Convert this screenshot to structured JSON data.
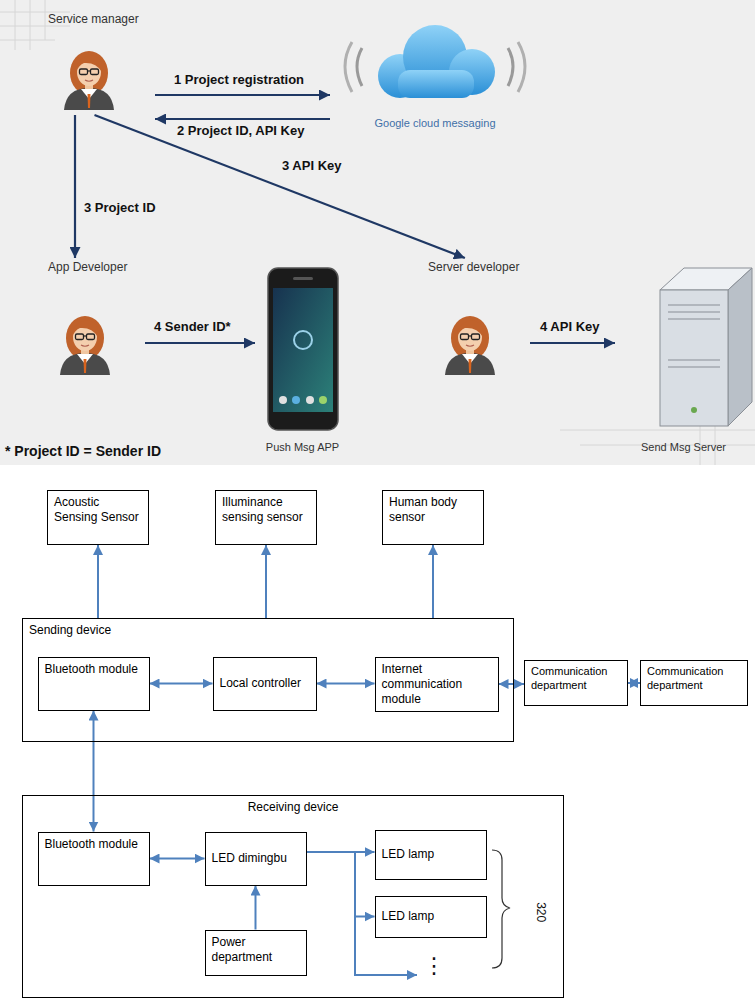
{
  "diagram": {
    "nodes": [
      {
        "text": [
          "Service manager"
        ]
      },
      {
        "text": [
          "Google cloud messaging"
        ]
      },
      {
        "text": [
          "App Developer"
        ]
      },
      {
        "text": [
          "Push Msg APP"
        ]
      },
      {
        "text": [
          "Server developer"
        ]
      },
      {
        "text": [
          "Send Msg Server"
        ]
      },
      {
        "text": [
          "Acoustic Sensing Sensor"
        ]
      },
      {
        "text": [
          "Illuminance sensing sensor"
        ]
      },
      {
        "text": [
          "Human body sensor"
        ]
      },
      {
        "text": [
          "Sending device"
        ]
      },
      {
        "text": [
          "Bluetooth module"
        ],
        "in": 9
      },
      {
        "text": [
          "Local controller"
        ],
        "in": 9
      },
      {
        "text": [
          "Internet communication module"
        ],
        "in": 9
      },
      {
        "text": [
          "Communication department"
        ]
      },
      {
        "text": [
          "Communication department"
        ]
      },
      {
        "text": [
          "Receiving device"
        ]
      },
      {
        "text": [
          "Bluetooth module"
        ],
        "in": 15
      },
      {
        "text": [
          "LED dimingbu"
        ],
        "in": 15
      },
      {
        "text": [
          "Power department"
        ],
        "in": 15
      },
      {
        "text": [
          "LED lamp"
        ],
        "in": 15
      },
      {
        "text": [
          "LED lamp"
        ],
        "in": 15
      }
    ],
    "edges": [
      {
        "from": 0,
        "to": 1,
        "arrow": "to",
        "label": "1 Project registration"
      },
      {
        "from": 1,
        "to": 0,
        "arrow": "to",
        "label": "2 Project ID, API Key"
      },
      {
        "from": 0,
        "to": 2,
        "arrow": "to",
        "label": "3 Project ID"
      },
      {
        "from": 0,
        "to": 4,
        "arrow": "to",
        "label": "3 API Key"
      },
      {
        "from": 2,
        "to": 3,
        "arrow": "to",
        "label": "4 Sender ID*"
      },
      {
        "from": 4,
        "to": 5,
        "arrow": "to",
        "label": "4 API Key"
      },
      {
        "from": 9,
        "to": 6,
        "arrow": "to"
      },
      {
        "from": 9,
        "to": 7,
        "arrow": "to"
      },
      {
        "from": 9,
        "to": 8,
        "arrow": "to"
      },
      {
        "from": 10,
        "to": 11,
        "arrow": "both"
      },
      {
        "from": 11,
        "to": 12,
        "arrow": "both"
      },
      {
        "from": 12,
        "to": 13,
        "arrow": "both"
      },
      {
        "from": 13,
        "to": 14,
        "arrow": "both"
      },
      {
        "from": 10,
        "to": 16,
        "arrow": "both"
      },
      {
        "from": 16,
        "to": 17,
        "arrow": "both"
      },
      {
        "from": 18,
        "to": 17,
        "arrow": "to"
      },
      {
        "from": 17,
        "to": 19,
        "arrow": "to"
      },
      {
        "from": 17,
        "to": 20,
        "arrow": "to"
      }
    ],
    "labels": [
      "* Project ID = Sender ID",
      "⋮",
      "320"
    ]
  }
}
